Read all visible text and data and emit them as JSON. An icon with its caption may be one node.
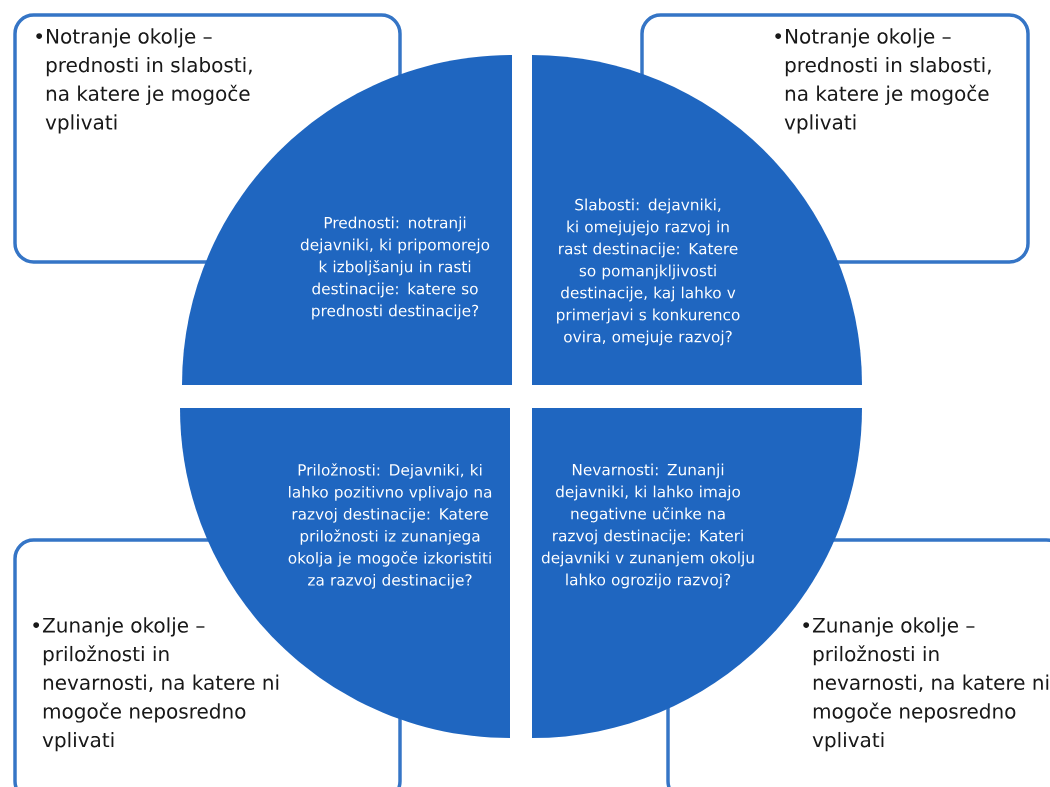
{
  "diagram": {
    "nodes": [
      {
        "text": [
          "•Notranje okolje – prednosti in slabosti, na katere je mogoče vplivati"
        ]
      },
      {
        "text": [
          "•Notranje okolje – prednosti in slabosti, na katere je mogoče vplivati"
        ]
      },
      {
        "text": [
          "Prednosti: notranji dejavniki, ki pripomorejo k izboljšanju in rasti destinacije: katere so prednosti destinacije?"
        ]
      },
      {
        "text": [
          "Slabosti: dejavniki, ki omejujejo razvoj in rast destinacije: Katere so pomanjkljivosti destinacije, kaj lahko v primerjavi s konkurenco ovira, omejuje razvoj?"
        ]
      },
      {
        "text": [
          "Priložnosti: Dejavniki, ki lahko pozitivno vplivajo na razvoj destinacije: Katere priložnosti iz zunanjega okolja je mogoče izkoristiti za razvoj destinacije?"
        ]
      },
      {
        "text": [
          "Nevarnosti: Zunanji dejavniki, ki lahko imajo negativne učinke na razvoj destinacije: Kateri dejavniki v zunanjem okolju lahko ogrozijo razvoj?"
        ]
      },
      {
        "text": [
          "•Zunanje okolje – priložnosti in nevarnosti, na katere ni mogoče neposredno vplivati"
        ]
      },
      {
        "text": [
          "•Zunanje okolje – priložnosti in nevarnosti, na katere ni mogoče neposredno vplivati"
        ]
      }
    ]
  }
}
